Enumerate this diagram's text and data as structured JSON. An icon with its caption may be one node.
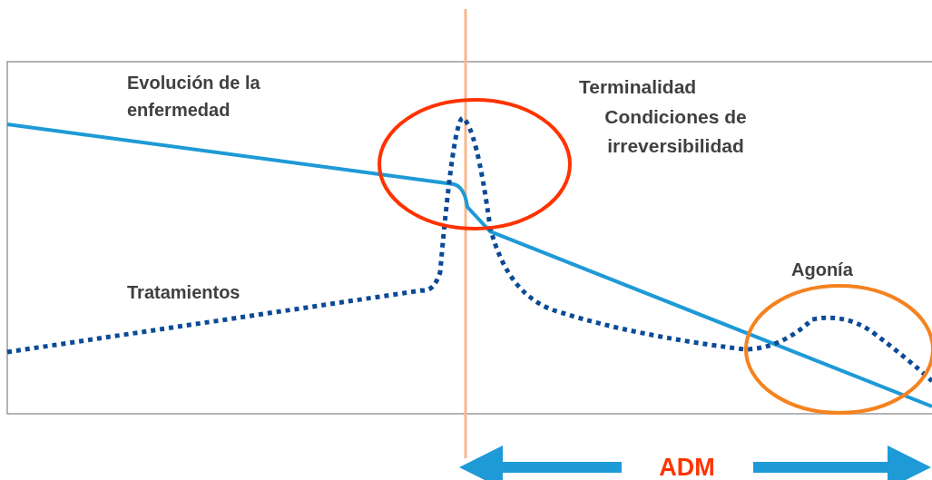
{
  "diagram": {
    "labels": [
      "Evolución de la enfermedad",
      "Tratamientos",
      "Terminalidad",
      "Condiciones de irreversibilidad",
      "Agonía",
      "ADM"
    ]
  }
}
